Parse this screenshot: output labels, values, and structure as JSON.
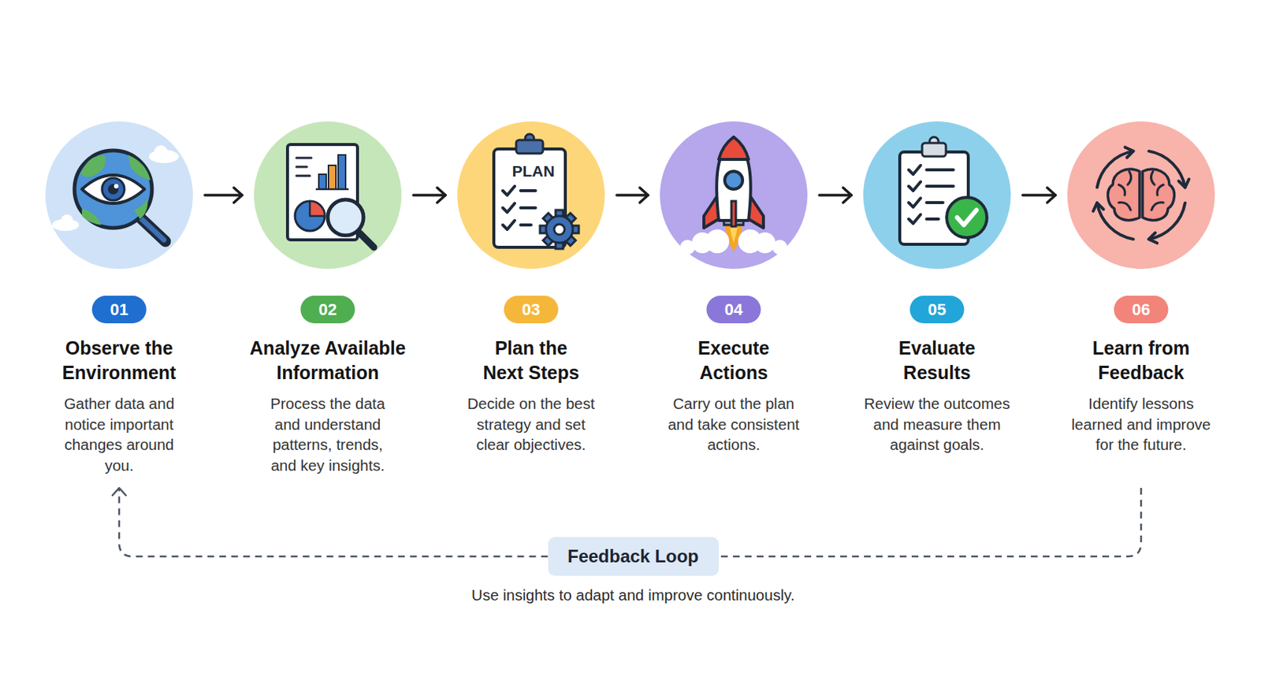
{
  "diagram": {
    "nodes": [
      {
        "text": [
          "01",
          "Observe the Environment",
          "Gather data and notice important changes around you."
        ]
      },
      {
        "text": [
          "02",
          "Analyze Available Information",
          "Process the data and understand patterns, trends, and key insights."
        ]
      },
      {
        "text": [
          "03",
          "Plan the Next Steps",
          "Decide on the best strategy and set clear objectives."
        ]
      },
      {
        "text": [
          "04",
          "Execute Actions",
          "Carry out the plan and take consistent actions."
        ]
      },
      {
        "text": [
          "05",
          "Evaluate Results",
          "Review the outcomes and measure them against goals."
        ]
      },
      {
        "text": [
          "06",
          "Learn from Feedback",
          "Identify lessons learned and improve for the future."
        ]
      },
      {
        "text": [
          "Feedback Loop",
          "Use insights to adapt and improve continuously."
        ]
      }
    ],
    "edges": [
      {
        "from": 0,
        "to": 1,
        "arrow": "to"
      },
      {
        "from": 1,
        "to": 2,
        "arrow": "to"
      },
      {
        "from": 2,
        "to": 3,
        "arrow": "to"
      },
      {
        "from": 3,
        "to": 4,
        "arrow": "to"
      },
      {
        "from": 4,
        "to": 5,
        "arrow": "to"
      },
      {
        "from": 5,
        "to": 6,
        "arrow": "none"
      },
      {
        "from": 6,
        "to": 0,
        "arrow": "to"
      }
    ],
    "labels": [
      "PLAN"
    ]
  }
}
